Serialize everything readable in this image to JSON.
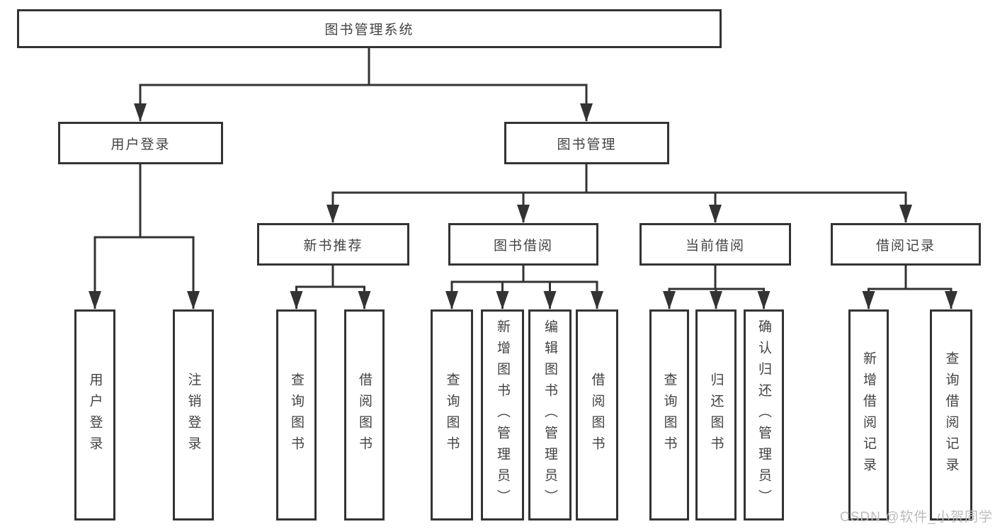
{
  "diagram": {
    "title_node": "图书管理系统",
    "branches": [
      {
        "label": "用户登录",
        "children": [
          {
            "label": "用户登录"
          },
          {
            "label": "注销登录"
          }
        ]
      },
      {
        "label": "图书管理",
        "children": [
          {
            "label": "新书推荐",
            "children": [
              {
                "label": "查询图书"
              },
              {
                "label": "借阅图书"
              }
            ]
          },
          {
            "label": "图书借阅",
            "children": [
              {
                "label": "查询图书"
              },
              {
                "label": "新增图书（管理员）"
              },
              {
                "label": "编辑图书（管理员）"
              },
              {
                "label": "借阅图书"
              }
            ]
          },
          {
            "label": "当前借阅",
            "children": [
              {
                "label": "查询图书"
              },
              {
                "label": "归还图书"
              },
              {
                "label": "确认归还（管理员）"
              }
            ]
          },
          {
            "label": "借阅记录",
            "children": [
              {
                "label": "新增借阅记录"
              },
              {
                "label": "查询借阅记录"
              }
            ]
          }
        ]
      }
    ]
  },
  "watermark": "CSDN @软件_小贺同学",
  "colors": {
    "line": "#333333",
    "box_border": "#333333",
    "text": "#424242",
    "watermark": "#bfbaba",
    "background": "#ffffff"
  }
}
